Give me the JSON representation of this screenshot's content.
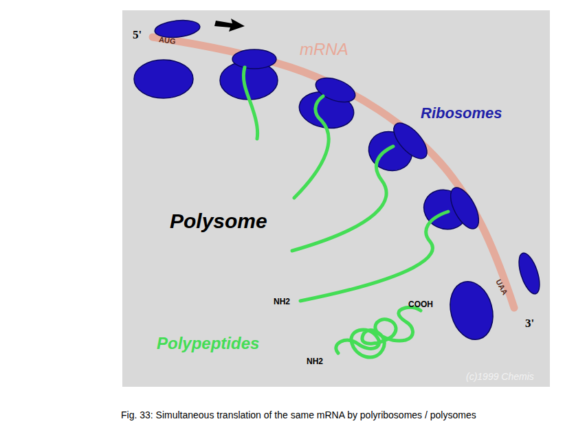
{
  "diagram": {
    "caption": "Fig. 33: Simultaneous translation of the same mRNA by polyribosomes / polysomes",
    "labels": [
      "5'",
      "AUG",
      "mRNA",
      "Ribosomes",
      "Polysome",
      "NH2",
      "COOH",
      "UAA",
      "3'",
      "Polypeptides",
      "NH2",
      "(c)1999 Chemis"
    ]
  }
}
